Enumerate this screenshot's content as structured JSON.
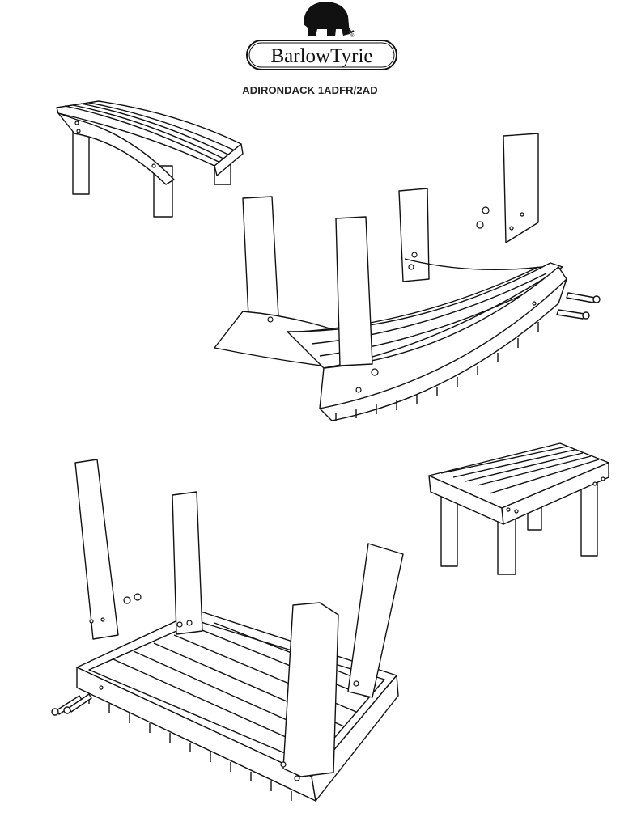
{
  "brand": {
    "name": "BarlowTyrie",
    "registered": "®"
  },
  "document": {
    "title": "ADIRONDACK 1ADFR/2AD"
  },
  "illustrations": [
    "curved-footstool-assembled",
    "curved-footstool-exploded",
    "side-table-exploded",
    "side-table-assembled"
  ]
}
